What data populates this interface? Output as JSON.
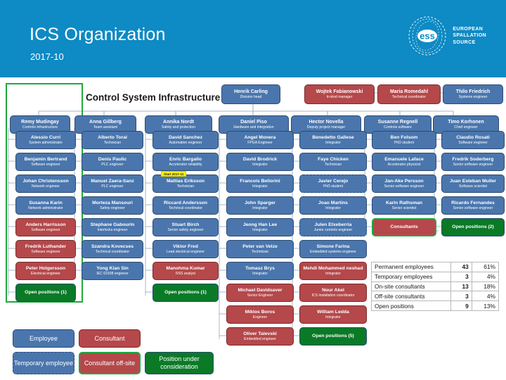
{
  "header": {
    "title": "ICS Organization",
    "subtitle": "2017-10",
    "logo_mark": "ess-logo",
    "logo_line1": "EUROPEAN",
    "logo_line2": "SPALLATION",
    "logo_line3": "SOURCE",
    "accent_color": "#0e8ac4"
  },
  "section": {
    "label": "Control System Infrastructure"
  },
  "colors": {
    "employee": "#4a76ad",
    "consultant": "#b4484b",
    "open": "#0a7a27",
    "group_outline": "#21a83c",
    "banner": "#0e8ac4"
  },
  "top": [
    {
      "name": "Henrik Carling",
      "title": "Division head",
      "type": "employee"
    },
    {
      "name": "Wojtek Fabianowski",
      "title": "In-kind manager",
      "type": "consultant"
    },
    {
      "name": "Maria Romedahl",
      "title": "Technical coordinator",
      "type": "consultant"
    },
    {
      "name": "Thilo Friedrich",
      "title": "Systems engineer",
      "type": "employee"
    }
  ],
  "managers": [
    {
      "name": "Remy Mudingay",
      "title": "Controls infrastructure",
      "type": "employee"
    },
    {
      "name": "Anna Gillberg",
      "title": "Team assistant",
      "type": "employee"
    },
    {
      "name": "Annika Nordt",
      "title": "Safety and protection",
      "type": "employee"
    },
    {
      "name": "Daniel Piso",
      "title": "Hardware and integration",
      "type": "employee"
    },
    {
      "name": "Hector Novella",
      "title": "Deputy project manager",
      "type": "employee"
    },
    {
      "name": "Susanne Regnell",
      "title": "Controls software",
      "type": "employee"
    },
    {
      "name": "Timo Korhonen",
      "title": "Chief engineer",
      "type": "employee"
    }
  ],
  "columns": [
    {
      "id": "col1",
      "members": [
        {
          "name": "Alessio Curri",
          "title": "System administrator",
          "type": "employee"
        },
        {
          "name": "Benjamin Bertrand",
          "title": "Software engineer",
          "type": "employee"
        },
        {
          "name": "Johan Christensson",
          "title": "Network engineer",
          "type": "employee"
        },
        {
          "name": "Susanna Karin",
          "title": "Network administrator",
          "type": "employee"
        },
        {
          "name": "Anders Harrisson",
          "title": "Software engineer",
          "type": "consultant"
        },
        {
          "name": "Fredrik Luthander",
          "title": "Software engineer",
          "type": "consultant"
        },
        {
          "name": "Peter Holgersson",
          "title": "Electrical engineer",
          "type": "consultant"
        },
        {
          "name": "Open positions (1)",
          "title": "",
          "type": "open"
        }
      ]
    },
    {
      "id": "col2",
      "members": [
        {
          "name": "Alberto Toral",
          "title": "Technician",
          "type": "employee"
        },
        {
          "name": "Denis Paulic",
          "title": "PLC engineer",
          "type": "employee"
        },
        {
          "name": "Manuel Zaera-Sanz",
          "title": "PLC engineer",
          "type": "employee"
        },
        {
          "name": "Morteza Mansouri",
          "title": "Safety engineer",
          "type": "employee"
        },
        {
          "name": "Stephane Gabourin",
          "title": "Interlocks engineer",
          "type": "employee"
        },
        {
          "name": "Szandra Kovecses",
          "title": "Technical coordinator",
          "type": "employee"
        },
        {
          "name": "Yong Kian Sin",
          "title": "IEC 61508 engineer",
          "type": "employee"
        }
      ]
    },
    {
      "id": "col3",
      "members": [
        {
          "name": "David Sanchez",
          "title": "Automation engineer",
          "type": "employee"
        },
        {
          "name": "Enric Bargallo",
          "title": "Accelerator reliability",
          "type": "employee"
        },
        {
          "name": "Mattias Eriksson",
          "title": "Technician",
          "type": "employee",
          "sticky": "Start 2017-11"
        },
        {
          "name": "Riccard Andersson",
          "title": "Technical coordinator",
          "type": "employee"
        },
        {
          "name": "Stuart Birch",
          "title": "Senior safety engineer",
          "type": "employee"
        },
        {
          "name": "Viktor Fred",
          "title": "Lead electrical engineer",
          "type": "employee"
        },
        {
          "name": "Manohma Kumar",
          "title": "RSS analyst",
          "type": "consultant"
        },
        {
          "name": "Open positions (1)",
          "title": "",
          "type": "open"
        }
      ]
    },
    {
      "id": "col4",
      "members": [
        {
          "name": "Angel Monera",
          "title": "FPGA Engineer",
          "type": "employee"
        },
        {
          "name": "David Brodrick",
          "title": "Integrator",
          "type": "employee"
        },
        {
          "name": "Francois Bellorini",
          "title": "Integrator",
          "type": "employee"
        },
        {
          "name": "John Sparger",
          "title": "Integrator",
          "type": "employee"
        },
        {
          "name": "Jeong Han Lee",
          "title": "Integrator",
          "type": "employee"
        },
        {
          "name": "Peter van Velze",
          "title": "Technician",
          "type": "employee"
        },
        {
          "name": "Tomasz Brys",
          "title": "Integrator",
          "type": "employee"
        },
        {
          "name": "Michael Davidsaver",
          "title": "Senior Engineer",
          "type": "consultant"
        },
        {
          "name": "Miklos Boros",
          "title": "Engineer",
          "type": "consultant"
        },
        {
          "name": "Oliver Talevski",
          "title": "Embedded engineer",
          "type": "consultant"
        }
      ]
    },
    {
      "id": "col5",
      "members": [
        {
          "name": "Benedetto Gallese",
          "title": "Integrator",
          "type": "employee"
        },
        {
          "name": "Faye Chicken",
          "title": "Technician",
          "type": "employee"
        },
        {
          "name": "Javier Cerejo",
          "title": "PhD student",
          "type": "temporary"
        },
        {
          "name": "Joao Martins",
          "title": "Integrator",
          "type": "employee"
        },
        {
          "name": "Julen Etxeberria",
          "title": "Junior controls engineer",
          "type": "temporary"
        },
        {
          "name": "Simone Farina",
          "title": "Embedded systems engineer",
          "type": "employee"
        },
        {
          "name": "Mehdi Mohammed neshad",
          "title": "Integrator",
          "type": "consultant"
        },
        {
          "name": "Nour Akel",
          "title": "ICS installation coordinator",
          "type": "consultant"
        },
        {
          "name": "William Ledda",
          "title": "Integrator",
          "type": "consultant"
        },
        {
          "name": "Open positions (5)",
          "title": "",
          "type": "open"
        }
      ]
    },
    {
      "id": "col6",
      "members": [
        {
          "name": "Ben Folsom",
          "title": "PhD student",
          "type": "employee"
        },
        {
          "name": "Emanuele Laface",
          "title": "Accelerator physicist",
          "type": "employee"
        },
        {
          "name": "Jan-Ake Persson",
          "title": "Senior software engineer",
          "type": "employee"
        },
        {
          "name": "Karin Rathsman",
          "title": "Senior scientist",
          "type": "employee"
        },
        {
          "name": "Consultants",
          "title": "",
          "type": "consultant-offsite"
        }
      ]
    },
    {
      "id": "col7",
      "members": [
        {
          "name": "Claudio Rosati",
          "title": "Software engineer",
          "type": "employee"
        },
        {
          "name": "Fredrik Soderberg",
          "title": "Senior software engineer",
          "type": "employee"
        },
        {
          "name": "Juan Esteban Muller",
          "title": "Software scientist",
          "type": "employee"
        },
        {
          "name": "Ricardo Fernandes",
          "title": "Senior software engineer",
          "type": "employee"
        },
        {
          "name": "Open positions (2)",
          "title": "",
          "type": "open"
        }
      ]
    }
  ],
  "legend": [
    {
      "label": "Employee",
      "type": "employee"
    },
    {
      "label": "Consultant",
      "type": "consultant"
    },
    {
      "label": "Temporary employee",
      "type": "temporary"
    },
    {
      "label": "Consultant off-site",
      "type": "consultant-offsite"
    },
    {
      "label": "Position under consideration",
      "type": "open"
    }
  ],
  "stats": {
    "rows": [
      {
        "label": "Permanent employees",
        "count": "43",
        "percent": "61%"
      },
      {
        "label": "Temporary employees",
        "count": "3",
        "percent": "4%"
      },
      {
        "label": "On-site consultants",
        "count": "13",
        "percent": "18%"
      },
      {
        "label": "Off-site consultants",
        "count": "3",
        "percent": "4%"
      },
      {
        "label": "Open positions",
        "count": "9",
        "percent": "13%"
      }
    ]
  }
}
